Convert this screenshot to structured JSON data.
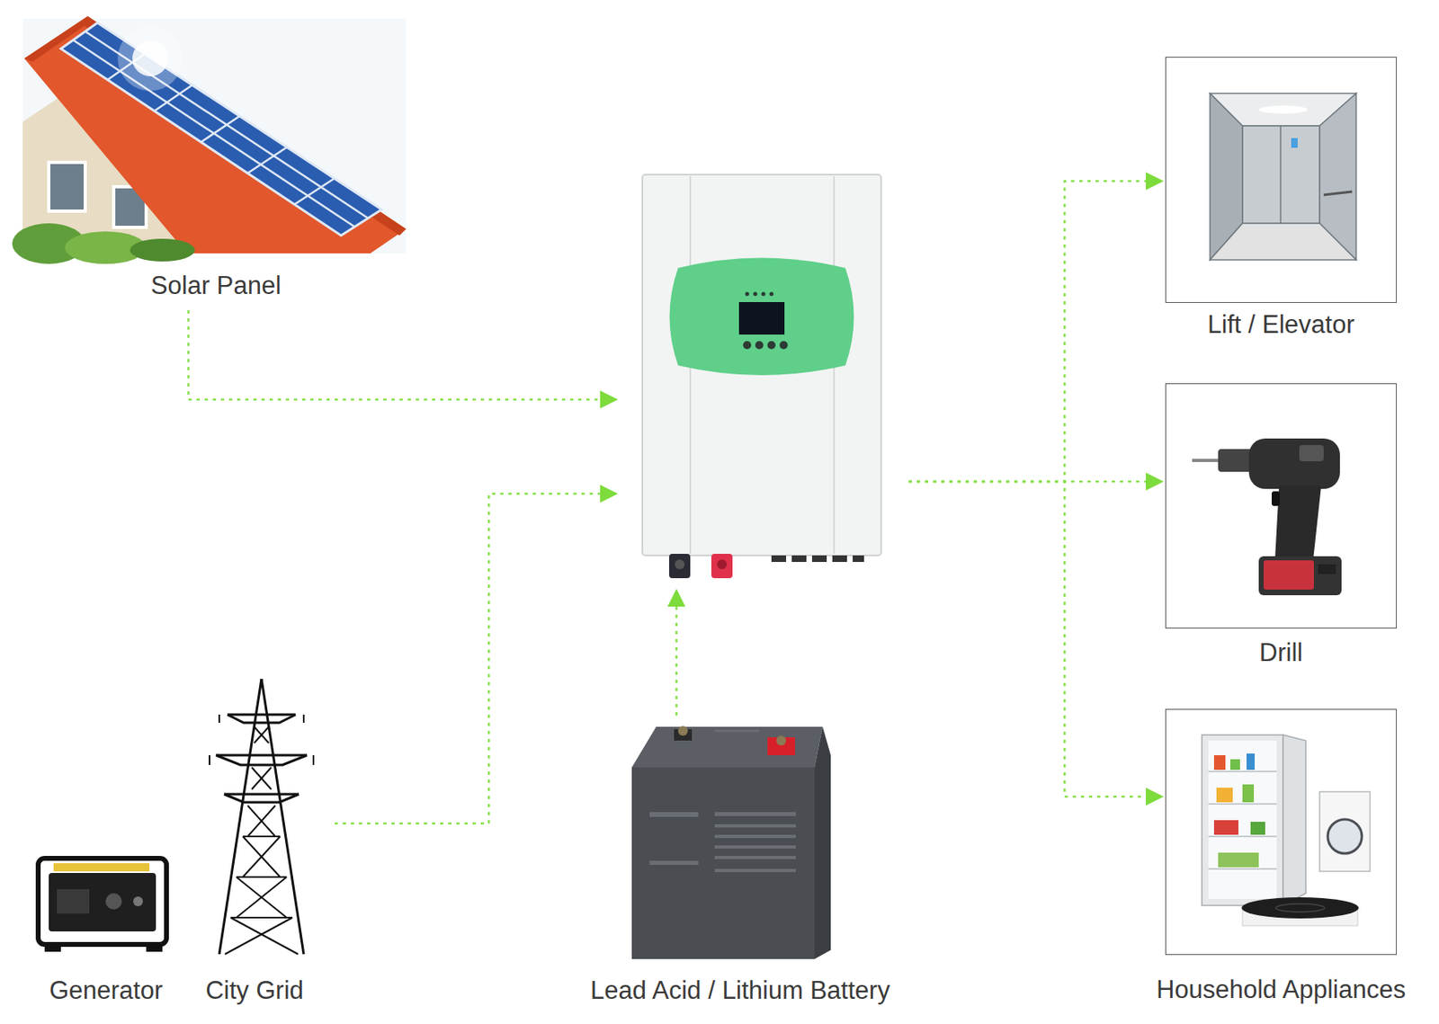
{
  "diagram": {
    "nodes": [
      {
        "text": [
          "Solar Panel"
        ]
      },
      {
        "text": []
      },
      {
        "text": [
          "Lift / Elevator"
        ]
      },
      {
        "text": [
          "Drill"
        ]
      },
      {
        "text": [
          "Generator"
        ]
      },
      {
        "text": [
          "City Grid"
        ]
      },
      {
        "text": [
          "Lead Acid / Lithium Battery"
        ]
      },
      {
        "text": [
          "Household Appliances"
        ]
      }
    ],
    "edges": [
      {
        "from": 0,
        "to": 1,
        "arrow": "to"
      },
      {
        "from": 5,
        "to": 1,
        "arrow": "to"
      },
      {
        "from": 6,
        "to": 1,
        "arrow": "to"
      },
      {
        "from": 1,
        "to": 2,
        "arrow": "to"
      },
      {
        "from": 1,
        "to": 3,
        "arrow": "to"
      },
      {
        "from": 1,
        "to": 7,
        "arrow": "to"
      }
    ]
  }
}
